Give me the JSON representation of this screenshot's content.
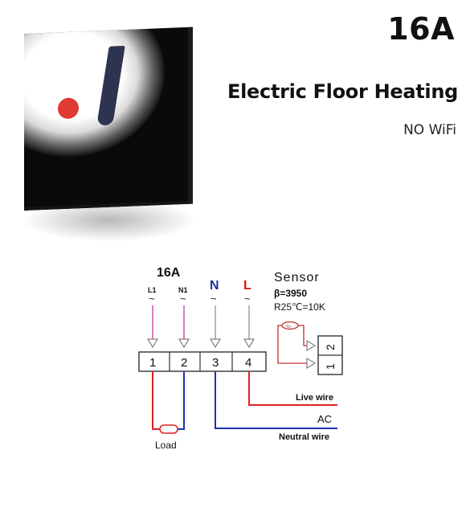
{
  "header": {
    "amperage": "16A",
    "product_name": "Electric Floor Heating",
    "wifi_note": "NO WiFi"
  },
  "diagram": {
    "rating": "16A",
    "input_labels": [
      "L1",
      "N1",
      "N",
      "L"
    ],
    "terminal_numbers": [
      "1",
      "2",
      "3",
      "4"
    ],
    "sensor": {
      "title": "Sensor",
      "beta": "β=3950",
      "resistance": "R25℃=10K",
      "terminal_numbers": [
        "1",
        "2"
      ]
    },
    "live_wire_label": "Live wire",
    "ac_label": "AC",
    "neutral_wire_label": "Neutral wire",
    "load_label": "Load",
    "colors": {
      "pink": "#d04fb8",
      "red": "#e02020",
      "blue": "#2030b0",
      "n_label": "#1e2f9a",
      "l_label": "#d01818"
    }
  }
}
